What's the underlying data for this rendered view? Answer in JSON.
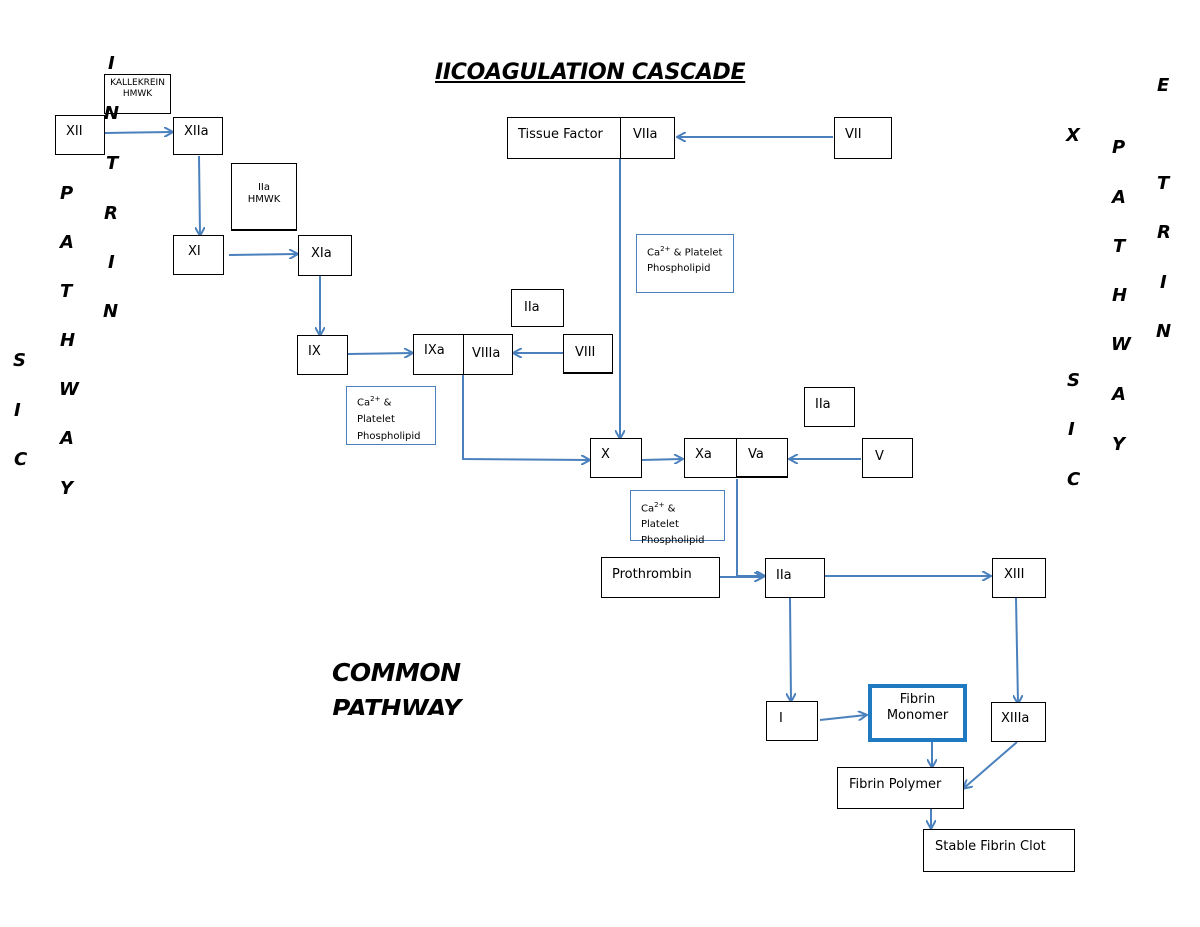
{
  "title": "IICOAGULATION CASCADE",
  "intrinsic_label": {
    "col1": [
      "I",
      "N",
      "T",
      "R",
      "I",
      "N"
    ],
    "col2": [
      "P",
      "A",
      "T",
      "H",
      "W",
      "A",
      "Y"
    ],
    "col3": [
      "S",
      "I",
      "C"
    ]
  },
  "extrinsic_label": {
    "col1": [
      "X",
      "S",
      "I",
      "C"
    ],
    "col2": [
      "P",
      "A",
      "T",
      "H",
      "W",
      "A",
      "Y"
    ],
    "col3": [
      "E",
      "T",
      "R",
      "I",
      "N"
    ]
  },
  "common_label": "COMMON PATHWAY",
  "nodes": {
    "xii": "XII",
    "xiia": "XIIa",
    "kallekrein": "KALLEKREIN",
    "kallekrein_hmwk": "HMWK",
    "iia_hmwk_top": "IIa",
    "iia_hmwk_bottom": "HMWK",
    "xi": "XI",
    "xia": "XIa",
    "ix": "IX",
    "ixa": "IXa",
    "viiia": "VIIIa",
    "viii": "VIII",
    "iia_viii": "IIa",
    "tissue_factor": "Tissue Factor",
    "viia": "VIIa",
    "vii": "VII",
    "x": "X",
    "xa": "Xa",
    "va": "Va",
    "v": "V",
    "iia_v": "IIa",
    "prothrombin": "Prothrombin",
    "iia": "IIa",
    "xiii": "XIII",
    "i": "I",
    "fibrin_monomer": "Fibrin Monomer",
    "xiiia": "XIIIa",
    "fibrin_polymer": "Fibrin Polymer",
    "stable_clot": "Stable Fibrin Clot"
  },
  "notes": {
    "ca_prefix": "Ca",
    "ca_sup": "2+",
    "note_extrinsic_line1": " & Platelet",
    "note_extrinsic_line2": "Phospholipid",
    "note_intrinsic_line1": " &",
    "note_intrinsic_line2": "Platelet",
    "note_intrinsic_line3": "Phospholipid",
    "note_common_line1": " & Platelet",
    "note_common_line2": "Phospholipid"
  },
  "colors": {
    "arrow": "#4a81bd",
    "note_border": "#4a81bd",
    "monomer_border": "#1f7ac2"
  }
}
